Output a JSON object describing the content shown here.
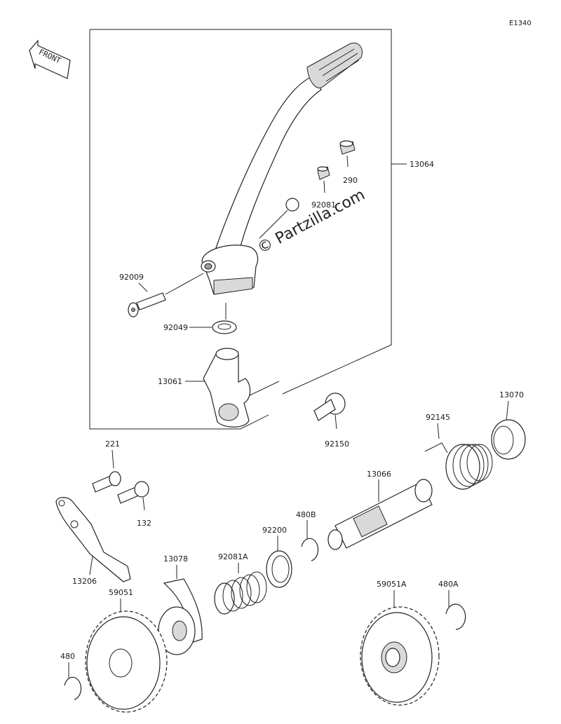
{
  "diagram_code": "E1340",
  "front_label": "FRONT",
  "watermark": "© Partzilla.com",
  "parts": {
    "p13064": "13064",
    "p290": "290",
    "p92081": "92081",
    "p92009": "92009",
    "p92049": "92049",
    "p13061": "13061",
    "p92150": "92150",
    "p13070": "13070",
    "p92145": "92145",
    "p221": "221",
    "p132": "132",
    "p13206": "13206",
    "p13066": "13066",
    "p480B": "480B",
    "p92200": "92200",
    "p92081A": "92081A",
    "p13078": "13078",
    "p59051": "59051",
    "p480": "480",
    "p59051A": "59051A",
    "p480A": "480A"
  }
}
